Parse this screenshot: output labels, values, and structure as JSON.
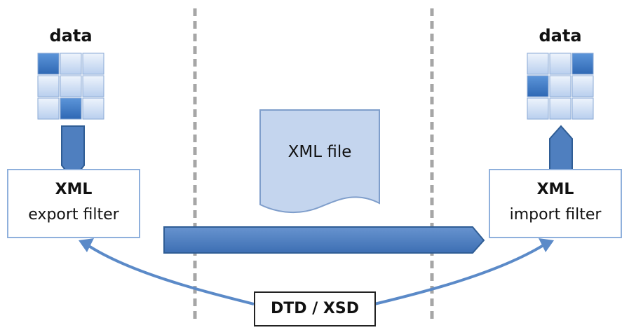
{
  "colors": {
    "divider": "#a6a6a6",
    "box_border": "#8fb0dc",
    "arrow_fill": "#4f7fbf",
    "arrow_stroke": "#2f5d95",
    "connector": "#5b8ac8",
    "file_fill": "#c4d5ee",
    "grid_light": "#c9daf3",
    "grid_dark": "#3f7bc8"
  },
  "diagram": {
    "left_data_label": "data",
    "right_data_label": "data",
    "left_filter_line1": "XML",
    "left_filter_line2": "export filter",
    "right_filter_line1": "XML",
    "right_filter_line2": "import filter",
    "file_label": "XML file",
    "schema_label": "DTD / XSD"
  },
  "icons": {
    "left_grid": "data-grid-icon",
    "right_grid": "data-grid-icon",
    "file": "document-icon"
  }
}
